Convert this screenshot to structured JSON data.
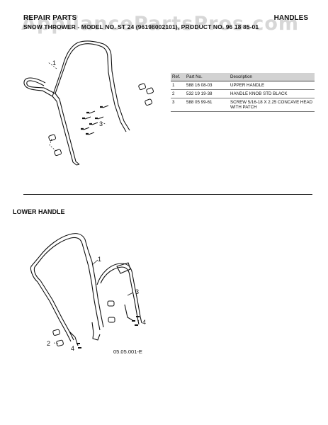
{
  "header": {
    "section": "REPAIR PARTS",
    "category": "HANDLES",
    "model_line": "SNOW THROWER - MODEL NO. ST 24 (96198002101), PRODUCT NO. 96 18 85-01",
    "watermark": "AppliancePartsPros.com"
  },
  "parts_table": {
    "columns": [
      "Ref.",
      "Part No.",
      "Description"
    ],
    "rows": [
      {
        "ref": "1",
        "part_no": "588 16 08-03",
        "description": "UPPER HANDLE"
      },
      {
        "ref": "2",
        "part_no": "532 19 19-38",
        "description": "HANDLE KNOB STD BLACK"
      },
      {
        "ref": "3",
        "part_no": "588 05 99-61",
        "description": "SCREW 5/16-18 X 2.25 CONCAVE HEAD WITH PATCH"
      }
    ]
  },
  "lower_section": {
    "title": "LOWER HANDLE",
    "figure_code": "05.05.001-E"
  },
  "callouts": {
    "upper": [
      "1",
      "3"
    ],
    "lower": [
      "1",
      "3",
      "4",
      "2",
      "4"
    ]
  }
}
